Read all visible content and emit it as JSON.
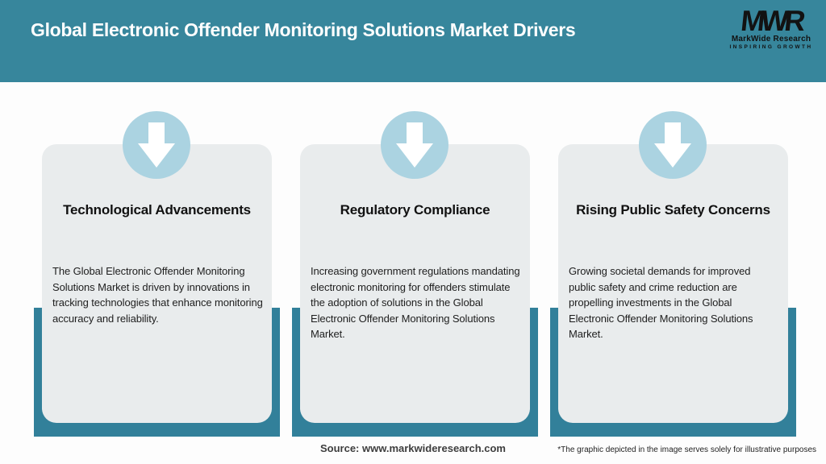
{
  "header": {
    "title": "Global Electronic Offender Monitoring Solutions Market Drivers",
    "logo": {
      "monogram": "MWR",
      "company": "MarkWide Research",
      "tagline": "INSPIRING GROWTH"
    }
  },
  "cards": [
    {
      "title": "Technological Advancements",
      "description": "The Global Electronic Offender Monitoring Solutions Market is driven by innovations in tracking technologies that enhance monitoring accuracy and reliability."
    },
    {
      "title": "Regulatory Compliance",
      "description": "Increasing government regulations mandating electronic monitoring for offenders stimulate the adoption of solutions in the Global Electronic Offender Monitoring Solutions Market."
    },
    {
      "title": "Rising Public Safety Concerns",
      "description": "Growing societal demands for improved public safety and crime reduction are propelling investments in the Global Electronic Offender Monitoring Solutions Market."
    }
  ],
  "footer": {
    "source": "Source: www.markwideresearch.com",
    "disclaimer": "*The graphic depicted in the image serves solely for illustrative purposes"
  },
  "colors": {
    "header_teal": "#37869C",
    "band_teal": "#32809A",
    "card_gray": "#E9ECED",
    "circle_blue": "#ABD3E1",
    "arrow_white": "#FFFFFF",
    "title_white": "#FFFFFF",
    "text_dark": "#1E1E1E"
  }
}
